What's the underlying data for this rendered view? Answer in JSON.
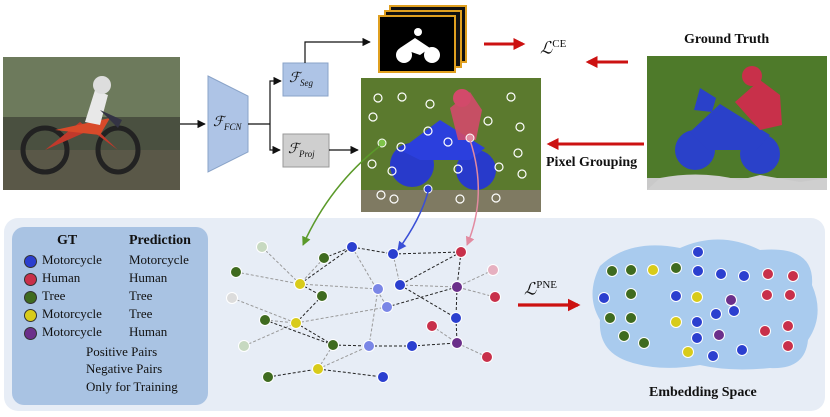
{
  "top": {
    "ground_truth_title": "Ground Truth",
    "pixel_grouping_label": "Pixel Grouping",
    "fcn_label": "ℱ",
    "fcn_sub": "FCN",
    "seg_label": "ℱ",
    "seg_sub": "Seg",
    "proj_label": "ℱ",
    "proj_sub": "Proj",
    "loss_ce": "ℒ",
    "loss_ce_sup": "CE"
  },
  "bottom": {
    "loss_pne": "ℒ",
    "loss_pne_sup": "PNE",
    "embedding_space_label": "Embedding Space"
  },
  "legend": {
    "header_gt": "GT",
    "header_pred": "Prediction",
    "rows": [
      {
        "gt": "Motorcycle",
        "pred": "Motorcycle",
        "color": "#2b3fcf"
      },
      {
        "gt": "Human",
        "pred": "Human",
        "color": "#c8304a"
      },
      {
        "gt": "Tree",
        "pred": "Tree",
        "color": "#3f6b1f"
      },
      {
        "gt": "Motorcycle",
        "pred": "Tree",
        "color": "#d8cb1a"
      },
      {
        "gt": "Motorcycle",
        "pred": "Human",
        "color": "#6b2f8a"
      }
    ],
    "positive_pairs": "Positive Pairs",
    "negative_pairs": "Negative Pairs",
    "only_training": "Only for Training"
  },
  "colors": {
    "motorcycle": "#2b3fcf",
    "human": "#c8304a",
    "tree": "#3f6b1f",
    "yellow": "#d8cb1a",
    "purple": "#6b2f8a",
    "fcn_box": "#aec4e6",
    "proj_box": "#cfcfcf",
    "panel_bg": "#e7edf6",
    "legend_bg": "#a9c3e3",
    "embed_blob": "#a9cbee",
    "training_arrow": "#cc1111"
  }
}
